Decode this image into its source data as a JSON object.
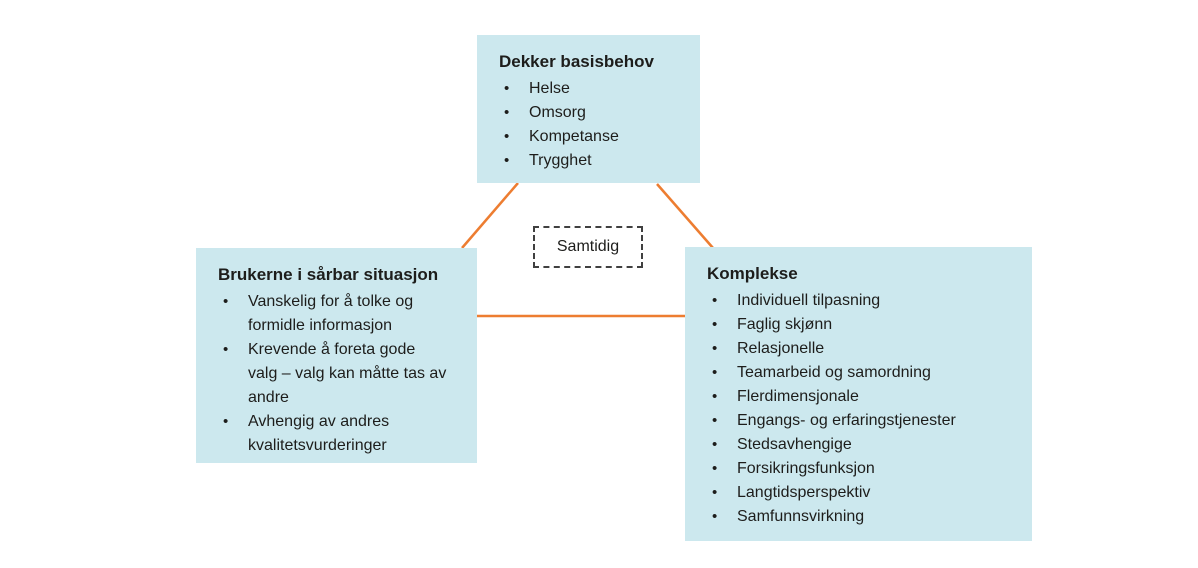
{
  "colors": {
    "box_fill": "#cce8ee",
    "connector_line": "#ed7d31",
    "text": "#1d1d1b",
    "dashed_border": "#404040"
  },
  "boxes": {
    "top": {
      "title": "Dekker basisbehov",
      "items": [
        "Helse",
        "Omsorg",
        "Kompetanse",
        "Trygghet"
      ]
    },
    "left": {
      "title": "Brukerne i sårbar situasjon",
      "items": [
        "Vanskelig for å tolke og formidle informasjon",
        "Krevende å foreta gode valg – valg kan måtte tas av andre",
        "Avhengig av andres kvalitetsvurderinger"
      ]
    },
    "right": {
      "title": "Komplekse",
      "items": [
        "Individuell tilpasning",
        "Faglig skjønn",
        "Relasjonelle",
        "Teamarbeid og samordning",
        "Flerdimensjonale",
        "Engangs- og erfaringstjenester",
        "Stedsavhengige",
        "Forsikringsfunksjon",
        "Langtidsperspektiv",
        "Samfunnsvirkning"
      ]
    }
  },
  "center_label": "Samtidig"
}
